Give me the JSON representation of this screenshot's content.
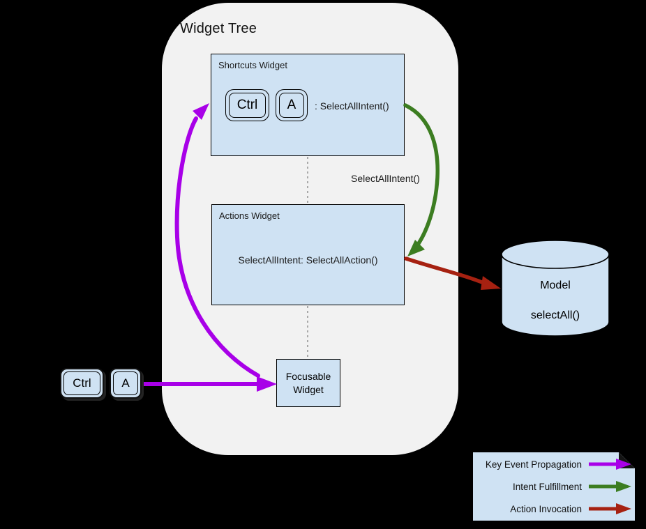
{
  "background": "#000000",
  "colors": {
    "key_event_propagation": "#a800e8",
    "intent_fulfillment": "#3c7d21",
    "action_invocation": "#a62111",
    "node_fill": "#cfe2f3",
    "tree_fill": "#f2f2f2",
    "dotted_line": "#888888"
  },
  "widget_tree": {
    "title": "Widget Tree"
  },
  "shortcuts_widget": {
    "label": "Shortcuts Widget",
    "keys": [
      "Ctrl",
      "A"
    ],
    "binding": ": SelectAllIntent()"
  },
  "intent_arrow_label": "SelectAllIntent()",
  "actions_widget": {
    "label": "Actions Widget",
    "mapping": "SelectAllIntent: SelectAllAction()"
  },
  "focusable_widget": {
    "label": "Focusable Widget"
  },
  "model": {
    "title": "Model",
    "method": "selectAll()"
  },
  "input_keys": [
    "Ctrl",
    "A"
  ],
  "legend": {
    "items": [
      {
        "label": "Key Event Propagation",
        "color": "#a800e8"
      },
      {
        "label": "Intent Fulfillment",
        "color": "#3c7d21"
      },
      {
        "label": "Action Invocation",
        "color": "#a62111"
      }
    ]
  }
}
